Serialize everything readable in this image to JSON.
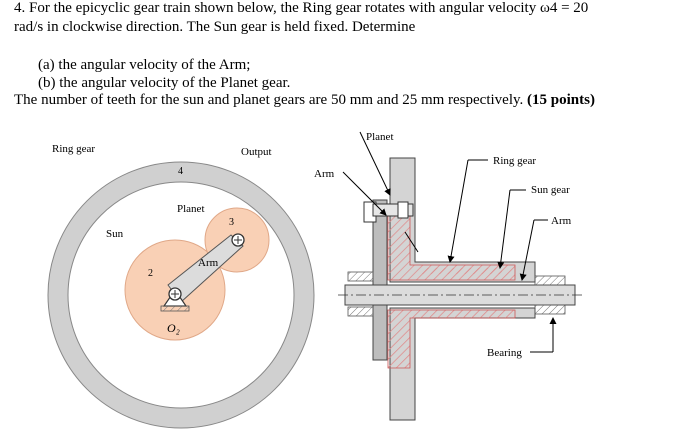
{
  "question": {
    "line1": "4. For the epicyclic gear train shown below, the Ring gear rotates with angular velocity ω4 = 20",
    "line2": "rad/s in clockwise direction.  The Sun gear is held fixed. Determine",
    "part_a": "(a) the angular velocity of the Arm;",
    "part_b": "(b) the angular velocity of the Planet gear.",
    "teeth_note": "The number of teeth for the sun and planet gears are 50 mm and 25 mm respectively.",
    "points": "(15 points)"
  },
  "left_figure": {
    "ring_gear": "Ring gear",
    "output": "Output",
    "four": "4",
    "planet": "Planet",
    "three": "3",
    "sun": "Sun",
    "arm": "Arm",
    "two": "2",
    "o2": "O₂"
  },
  "right_figure": {
    "planet": "Planet",
    "arm": "Arm",
    "ring_gear": "Ring gear",
    "sun_gear": "Sun gear",
    "arm2": "Arm",
    "bearing": "Bearing"
  }
}
